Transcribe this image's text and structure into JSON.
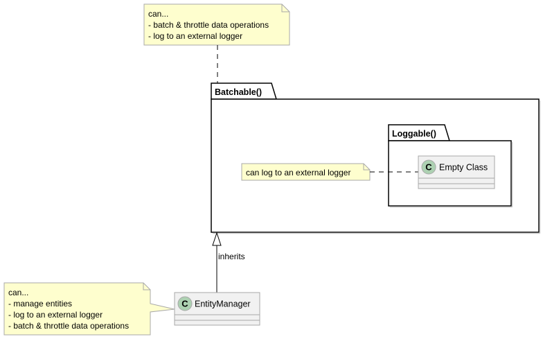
{
  "colors": {
    "note_fill": "#FEFECE",
    "note_border": "#A8A8A8",
    "class_fill": "#F1F1F1",
    "class_border": "#A8A8A8",
    "class_icon_fill": "#ADD1B2",
    "package_border": "#000000",
    "line": "#000000"
  },
  "top_note": {
    "lines": [
      "can...",
      "- batch & throttle data operations",
      "- log to an external logger"
    ]
  },
  "batchable_package": {
    "title": "Batchable()"
  },
  "loggable_package": {
    "title": "Loggable()"
  },
  "inner_note": {
    "text": "can log to an external logger"
  },
  "empty_class": {
    "icon": "C",
    "name": "Empty Class"
  },
  "entity_manager": {
    "icon": "C",
    "name": "EntityManager"
  },
  "inheritance": {
    "label": "inherits"
  },
  "bottom_note": {
    "lines": [
      "can...",
      "- manage entities",
      "- log to an external logger",
      "- batch & throttle data operations"
    ]
  }
}
